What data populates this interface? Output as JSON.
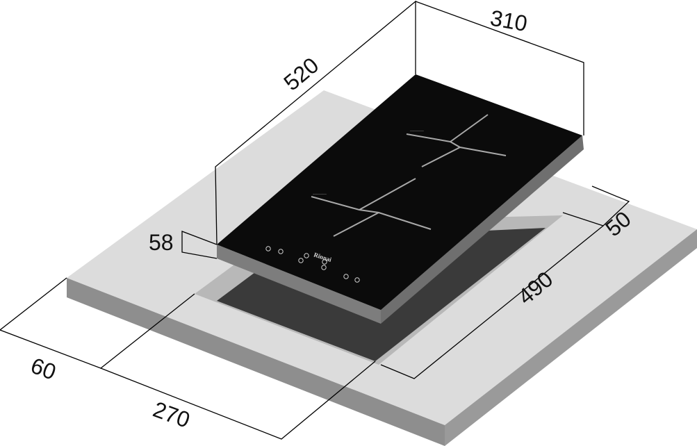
{
  "dimensions": {
    "width_top": "310",
    "depth_top": "520",
    "height": "58",
    "rear_margin": "50",
    "cutout_depth": "490",
    "front_margin": "60",
    "cutout_width": "270"
  },
  "hob": {
    "brand": "Rinnai"
  },
  "colors": {
    "countertop_top": "#dcdcdc",
    "countertop_side": "#8e8e8e",
    "cutout_ledge": "#b8b8b8",
    "cutout_hole": "#3a3a3a",
    "glass": "#0b0b0b",
    "hob_edge": "#7d7d7d",
    "lines": "#000000"
  }
}
